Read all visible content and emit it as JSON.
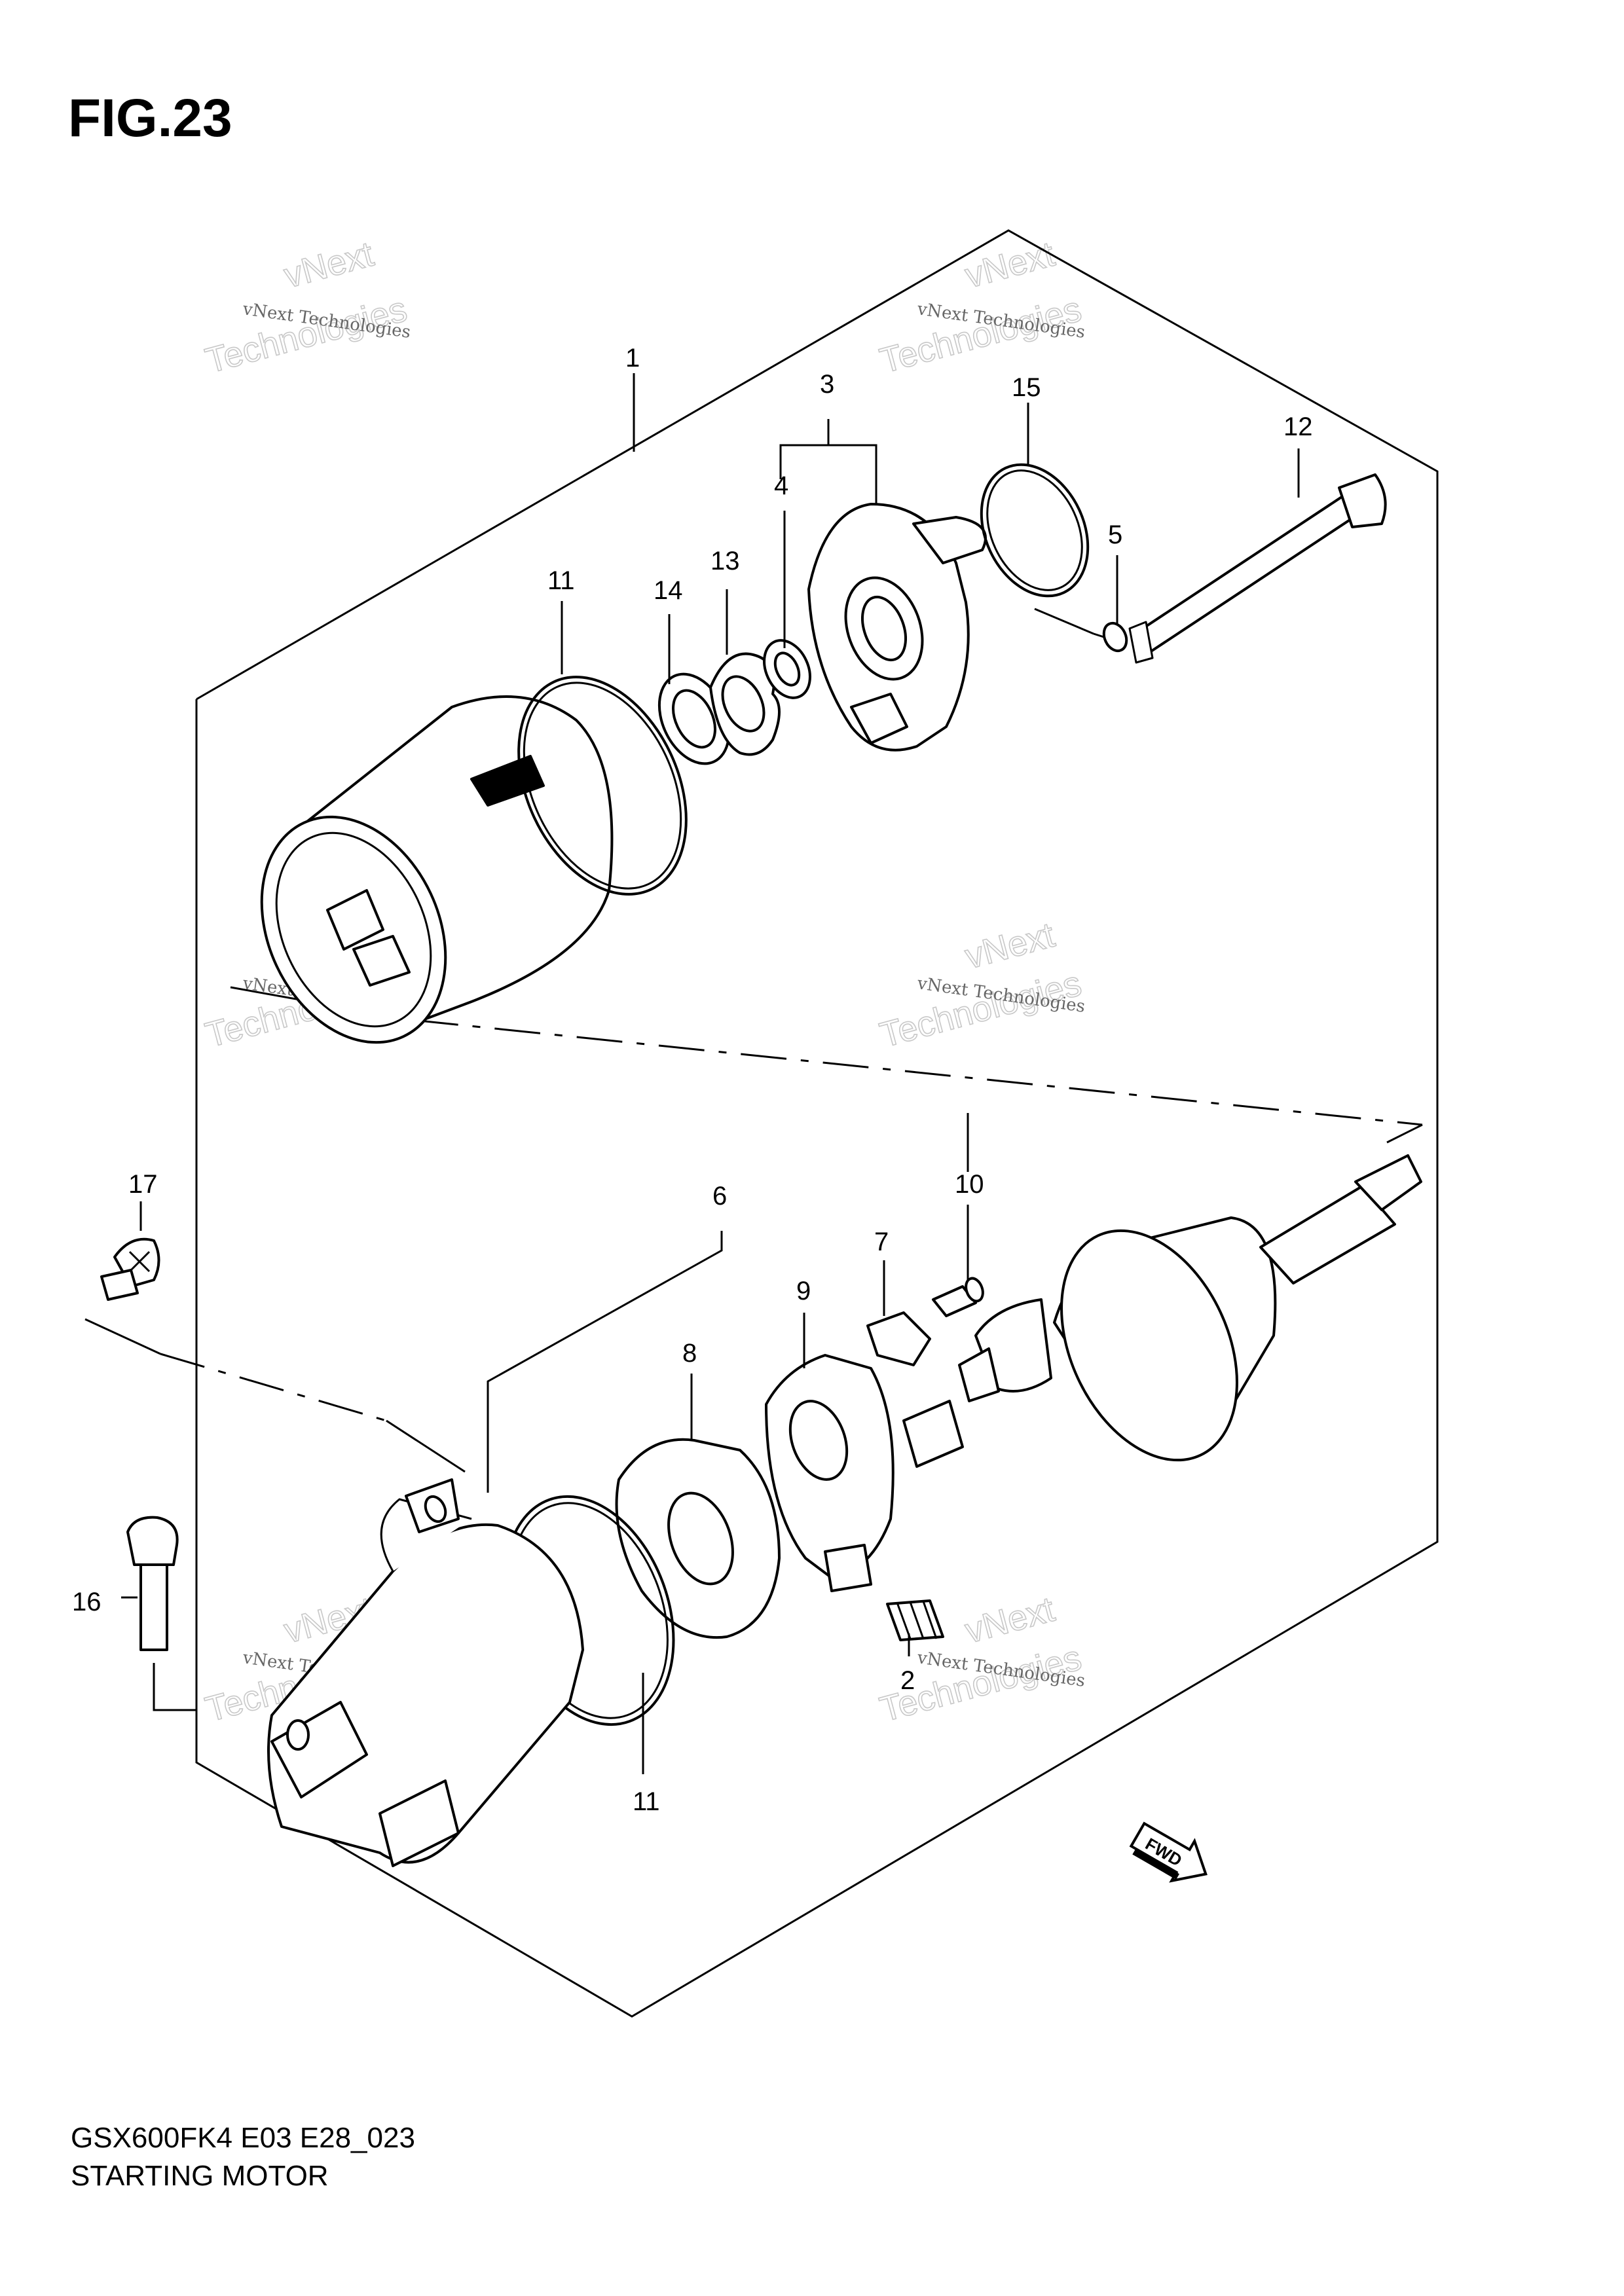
{
  "figure": {
    "title": "FIG.23"
  },
  "footer": {
    "model_code": "GSX600FK4 E03 E28_023",
    "section_name": "STARTING MOTOR"
  },
  "watermark": {
    "line1": "vNext Technologies",
    "line2": "vNext",
    "line3": "Technologies"
  },
  "fwd_label": "FWD",
  "callouts": {
    "c1": "1",
    "c2": "2",
    "c3": "3",
    "c4": "4",
    "c5": "5",
    "c6": "6",
    "c7": "7",
    "c8": "8",
    "c9": "9",
    "c10": "10",
    "c11_top": "11",
    "c11_bottom": "11",
    "c12": "12",
    "c13": "13",
    "c14": "14",
    "c15": "15",
    "c16": "16",
    "c17": "17"
  },
  "icons": {
    "fwd_arrow": "fwd-arrow-icon"
  }
}
